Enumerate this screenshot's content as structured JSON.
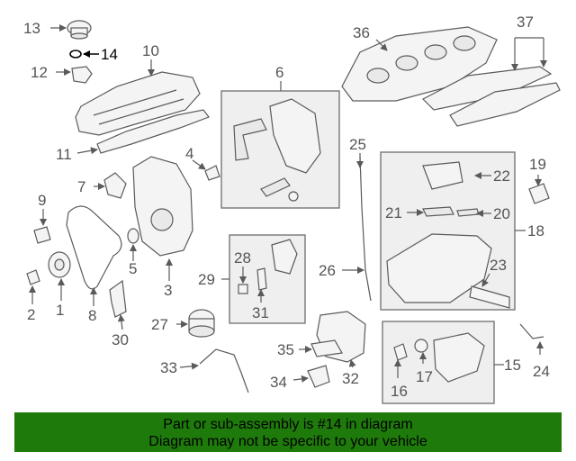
{
  "diagram": {
    "highlight_part": "14",
    "labels": {
      "p1": "1",
      "p2": "2",
      "p3": "3",
      "p4": "4",
      "p5": "5",
      "p6": "6",
      "p7": "7",
      "p8": "8",
      "p9": "9",
      "p10": "10",
      "p11": "11",
      "p12": "12",
      "p13": "13",
      "p14": "14",
      "p15": "15",
      "p16": "16",
      "p17": "17",
      "p18": "18",
      "p19": "19",
      "p20": "20",
      "p21": "21",
      "p22": "22",
      "p23": "23",
      "p24": "24",
      "p25": "25",
      "p26": "26",
      "p27": "27",
      "p28": "28",
      "p29": "29",
      "p30": "30",
      "p31": "31",
      "p32": "32",
      "p33": "33",
      "p34": "34",
      "p35": "35",
      "p36": "36",
      "p37": "37"
    }
  },
  "banner": {
    "line1": "Part or sub-assembly is #14 in diagram",
    "line2": "Diagram may not be specific to your vehicle",
    "color": "#1f7a0c"
  }
}
